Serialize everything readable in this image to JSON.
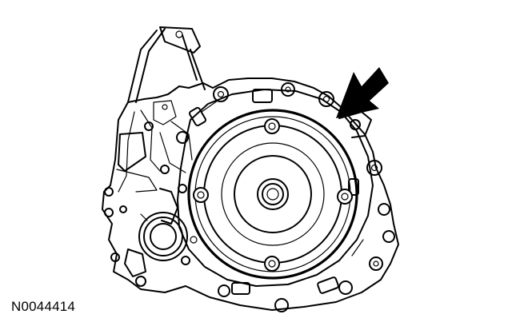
{
  "figure": {
    "reference_code": "N0044414",
    "subject": "transaxle-with-torque-converter",
    "pointer": "arrow-indicating-torque-converter",
    "colors": {
      "line": "#000000",
      "background": "#ffffff"
    }
  }
}
